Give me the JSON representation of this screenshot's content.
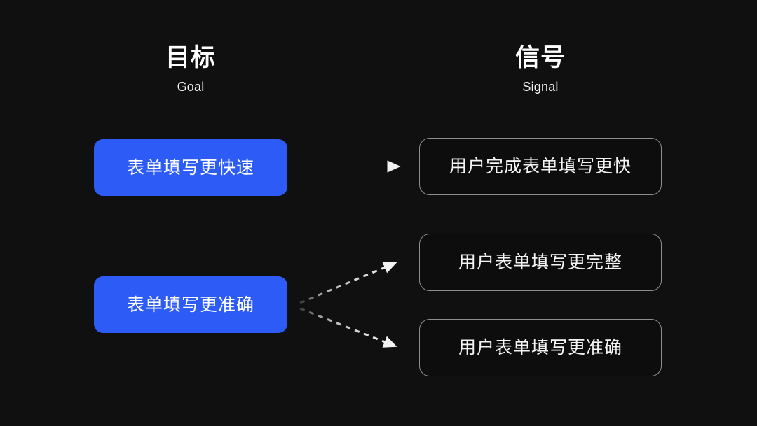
{
  "page": {
    "background_color": "#101010",
    "accent_color": "#2D5BF6",
    "outline_color": "#8F8F8F",
    "text_color": "#FFFFFF"
  },
  "columns": [
    {
      "title": "目标",
      "subtitle": "Goal"
    },
    {
      "title": "信号",
      "subtitle": "Signal"
    }
  ],
  "goals": [
    {
      "label": "表单填写更快速"
    },
    {
      "label": "表单填写更准确"
    }
  ],
  "signals": [
    {
      "label": "用户完成表单填写更快"
    },
    {
      "label": "用户表单填写更完整"
    },
    {
      "label": "用户表单填写更准确"
    }
  ],
  "connectors": [
    {
      "name": "goal-1-to-signal-1",
      "style": "dashed-arrow",
      "from": "goal-1",
      "to": "signal-1"
    },
    {
      "name": "goal-2-to-signal-2",
      "style": "dashed-arrow",
      "from": "goal-2",
      "to": "signal-2"
    },
    {
      "name": "goal-2-to-signal-3",
      "style": "dashed-arrow",
      "from": "goal-2",
      "to": "signal-3"
    }
  ]
}
